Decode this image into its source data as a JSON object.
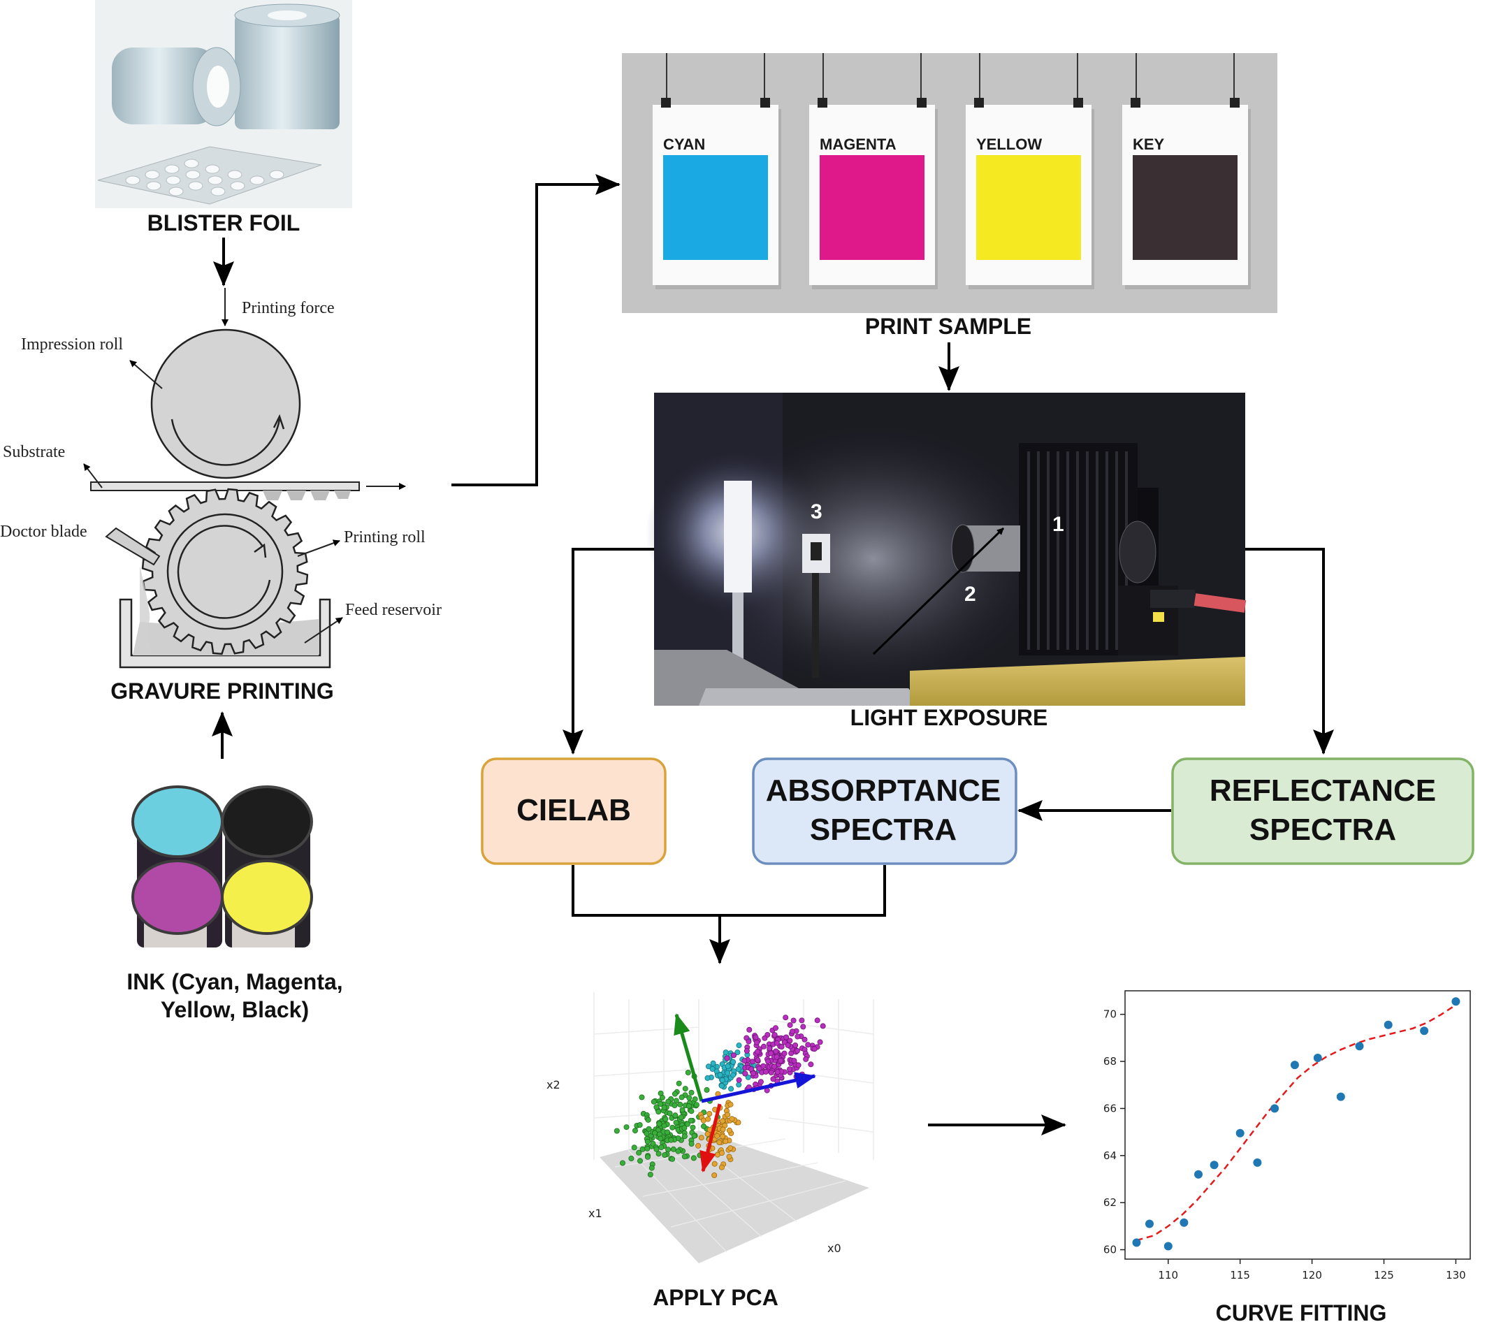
{
  "blister_foil": {
    "label": "BLISTER FOIL"
  },
  "gravure": {
    "label": "GRAVURE PRINTING",
    "printing_force": "Printing force",
    "impression_roll": "Impression roll",
    "substrate": "Substrate",
    "doctor_blade": "Doctor blade",
    "printing_roll": "Printing roll",
    "feed_reservoir": "Feed reservoir"
  },
  "ink": {
    "label_line1": "INK (Cyan, Magenta,",
    "label_line2": "Yellow, Black)",
    "colors": {
      "cyan": "#6ccfdf",
      "black": "#1d1d1d",
      "magenta": "#b04aa6",
      "yellow": "#f4ef4a"
    }
  },
  "print_sample": {
    "label": "PRINT SAMPLE",
    "cards": [
      {
        "name": "CYAN",
        "color": "#1aa9e2"
      },
      {
        "name": "MAGENTA",
        "color": "#e0198a"
      },
      {
        "name": "YELLOW",
        "color": "#f5e922"
      },
      {
        "name": "KEY",
        "color": "#3a3034"
      }
    ]
  },
  "light_exposure": {
    "label": "LIGHT EXPOSURE",
    "marker1": "1",
    "marker2": "2",
    "marker3": "3"
  },
  "boxes": {
    "cielab": {
      "label": "CIELAB",
      "fill": "#fde3cf",
      "stroke": "#d9a33b"
    },
    "absorptance": {
      "line1": "ABSORPTANCE",
      "line2": "SPECTRA",
      "fill": "#dce8f7",
      "stroke": "#6c8ebf"
    },
    "reflectance": {
      "line1": "REFLECTANCE",
      "line2": "SPECTRA",
      "fill": "#d9ecd3",
      "stroke": "#82b366"
    }
  },
  "pca": {
    "label": "APPLY PCA",
    "axis_x0": "x0",
    "axis_x1": "x1",
    "axis_x2": "x2"
  },
  "curve_fitting": {
    "label": "CURVE FITTING"
  },
  "chart_data": {
    "type": "scatter",
    "title": "",
    "xlabel": "",
    "ylabel": "",
    "xlim": [
      107,
      131
    ],
    "ylim": [
      59.6,
      71.0
    ],
    "xticks": [
      110,
      115,
      120,
      125,
      130
    ],
    "yticks": [
      60,
      62,
      64,
      66,
      68,
      70
    ],
    "grid": false,
    "series": [
      {
        "kind": "points",
        "color": "#1f77b4",
        "x": [
          107.8,
          108.7,
          110.0,
          111.1,
          112.1,
          113.2,
          115.0,
          116.2,
          117.4,
          118.8,
          120.4,
          122.0,
          123.3,
          125.3,
          127.8,
          130.0
        ],
        "y": [
          60.3,
          61.1,
          60.15,
          61.15,
          63.2,
          63.6,
          64.95,
          63.7,
          66.0,
          67.85,
          68.15,
          66.5,
          68.65,
          69.55,
          69.3,
          70.55
        ]
      },
      {
        "kind": "fit-line",
        "color": "#e41a1c",
        "x": [
          107.8,
          109,
          110,
          111,
          112,
          113,
          114,
          115,
          116,
          117,
          118,
          119,
          120,
          121,
          122,
          123,
          124,
          125,
          126,
          127,
          128,
          129,
          130
        ],
        "y": [
          60.4,
          60.6,
          61.0,
          61.5,
          62.1,
          62.8,
          63.5,
          64.3,
          65.1,
          65.9,
          66.6,
          67.3,
          67.8,
          68.2,
          68.5,
          68.75,
          68.95,
          69.1,
          69.25,
          69.4,
          69.65,
          70.0,
          70.4
        ]
      }
    ]
  }
}
